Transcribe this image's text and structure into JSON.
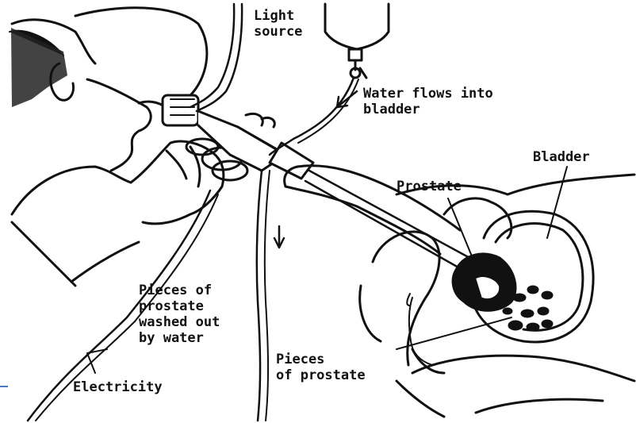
{
  "labels": {
    "light_source": [
      "Light",
      "source"
    ],
    "water_flow": [
      "Water flows into",
      "bladder"
    ],
    "bladder": "Bladder",
    "prostate": "Prostate",
    "pieces_washed": [
      "Pieces of",
      "prostate",
      "washed out",
      "by water"
    ],
    "pieces_of_prostate": [
      "Pieces",
      "of prostate"
    ],
    "electricity": "Electricity"
  },
  "colors": {
    "ink": "#111111",
    "paper": "#ffffff",
    "accent_edge": "#4a78c2"
  }
}
